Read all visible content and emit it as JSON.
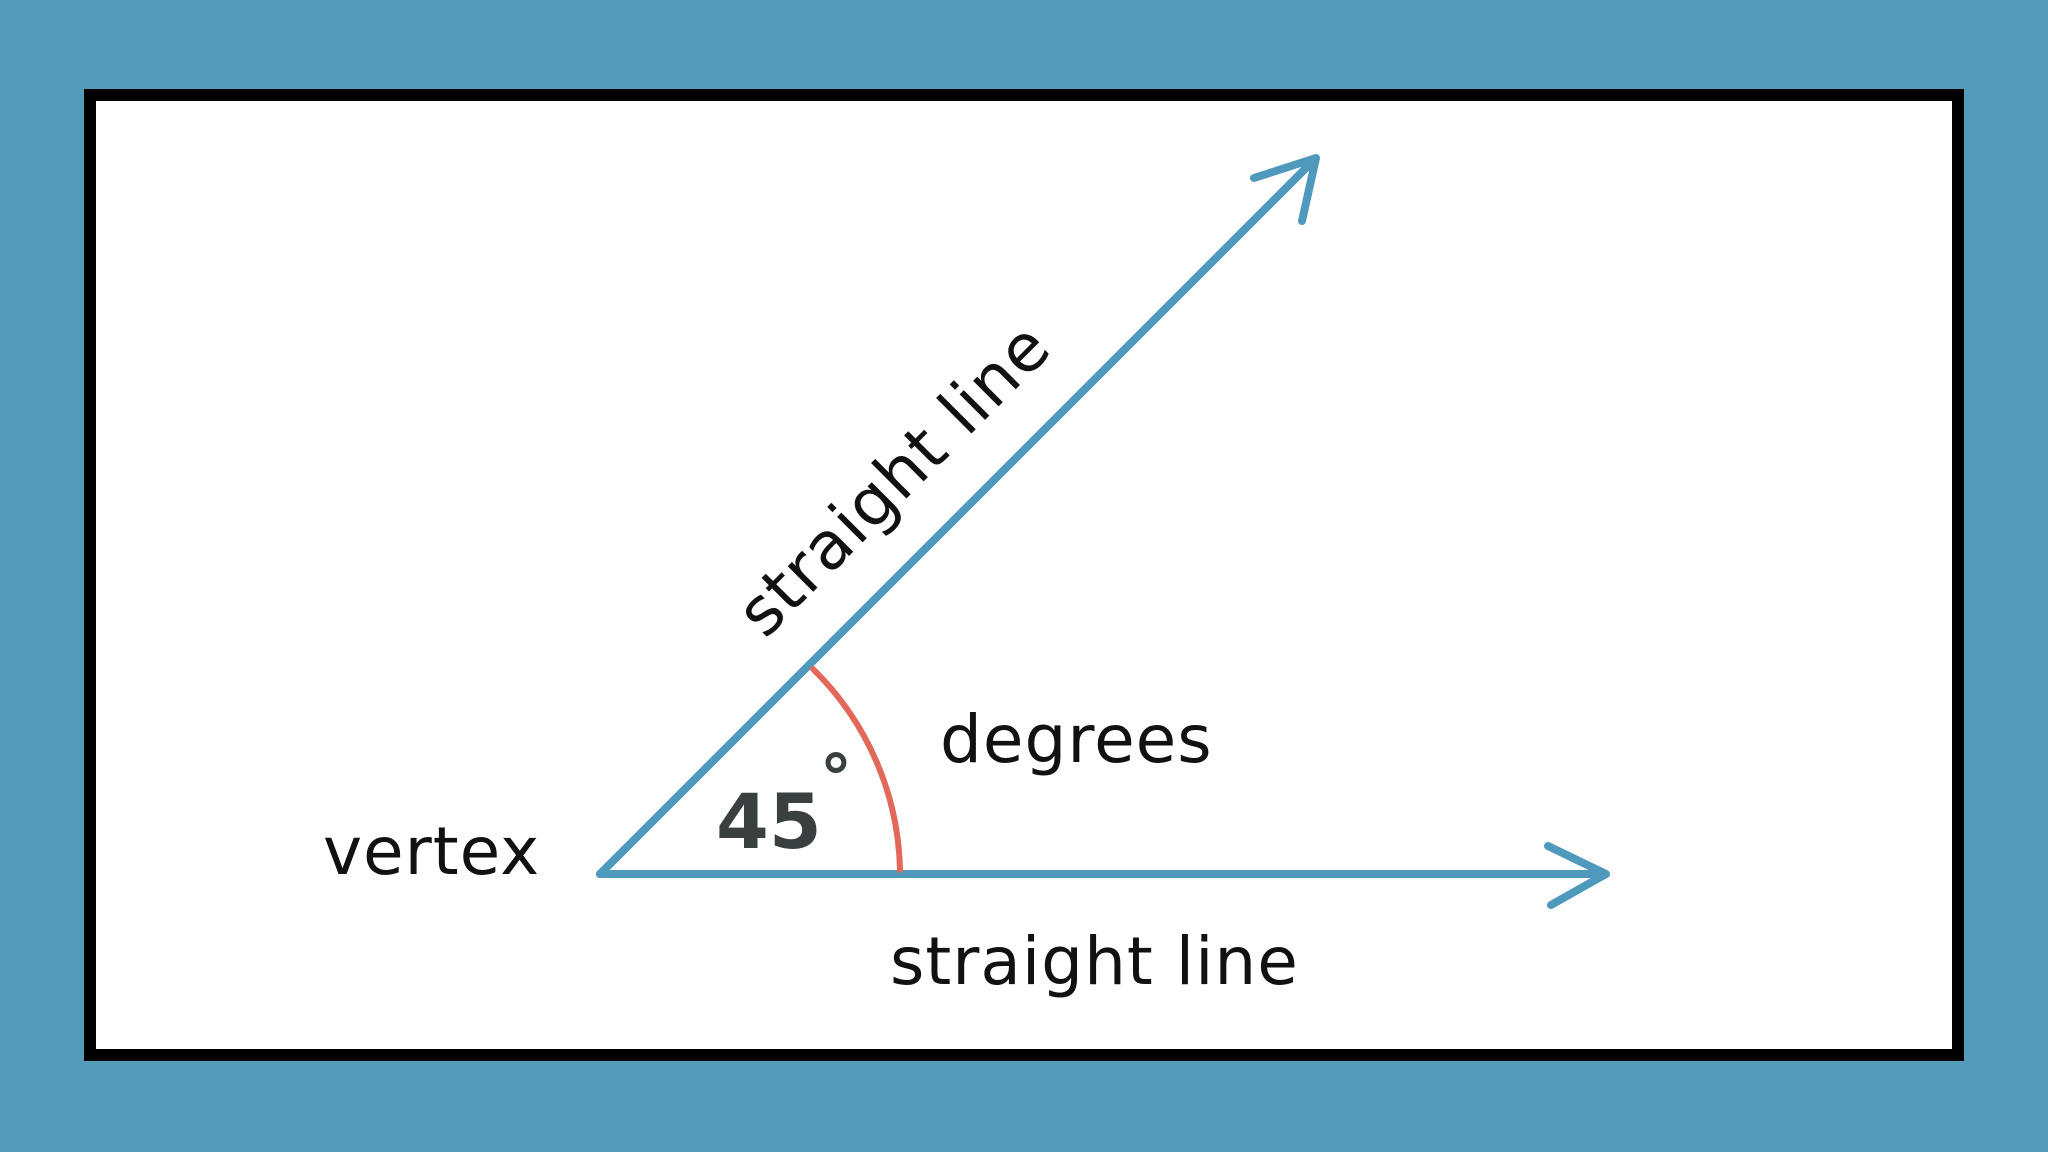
{
  "colors": {
    "background": "#559bbb",
    "panel": "#ffffff",
    "border": "#000000",
    "ray": "#4f9abc",
    "arc": "#e2685a",
    "angle_text": "#3a3f40"
  },
  "labels": {
    "upper_ray": "straight line",
    "lower_ray": "straight line",
    "vertex": "vertex",
    "degrees": "degrees",
    "angle_value": "45",
    "degree_symbol": "°"
  },
  "angle": {
    "measure_degrees": 45
  }
}
